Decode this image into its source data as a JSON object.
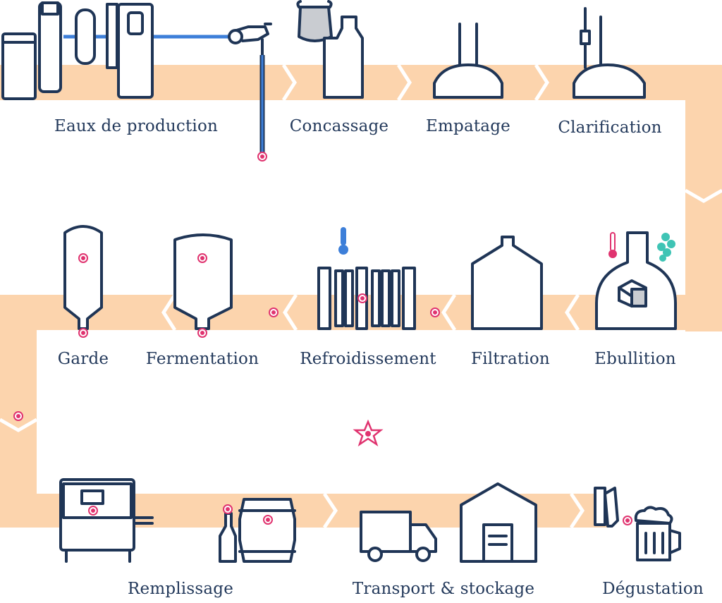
{
  "colors": {
    "band": "#fcd4ad",
    "outline": "#1f3556",
    "label": "#23395b",
    "pipe": "#3d7fd9",
    "hotspot": "#e0336f",
    "hop": "#3fc4b5",
    "gray": "#c9ccd1"
  },
  "steps": [
    {
      "id": "eaux",
      "label": "Eaux de production",
      "icon": "water-treatment-icon"
    },
    {
      "id": "concassage",
      "label": "Concassage",
      "icon": "malt-mill-icon"
    },
    {
      "id": "empatage",
      "label": "Empatage",
      "icon": "mash-tun-icon"
    },
    {
      "id": "clarification",
      "label": "Clarification",
      "icon": "lauter-tun-icon"
    },
    {
      "id": "ebullition",
      "label": "Ebullition",
      "icon": "boil-kettle-icon"
    },
    {
      "id": "filtration",
      "label": "Filtration",
      "icon": "filter-icon"
    },
    {
      "id": "refroidissement",
      "label": "Refroidissement",
      "icon": "plate-cooler-icon"
    },
    {
      "id": "fermentation",
      "label": "Fermentation",
      "icon": "fermenter-icon"
    },
    {
      "id": "garde",
      "label": "Garde",
      "icon": "conditioning-tank-icon"
    },
    {
      "id": "remplissage",
      "label": "Remplissage",
      "icon": "filling-machine-icon"
    },
    {
      "id": "transport",
      "label": "Transport & stockage",
      "icon": "truck-warehouse-icon"
    },
    {
      "id": "degustation",
      "label": "Dégustation",
      "icon": "beer-tap-mug-icon"
    }
  ]
}
